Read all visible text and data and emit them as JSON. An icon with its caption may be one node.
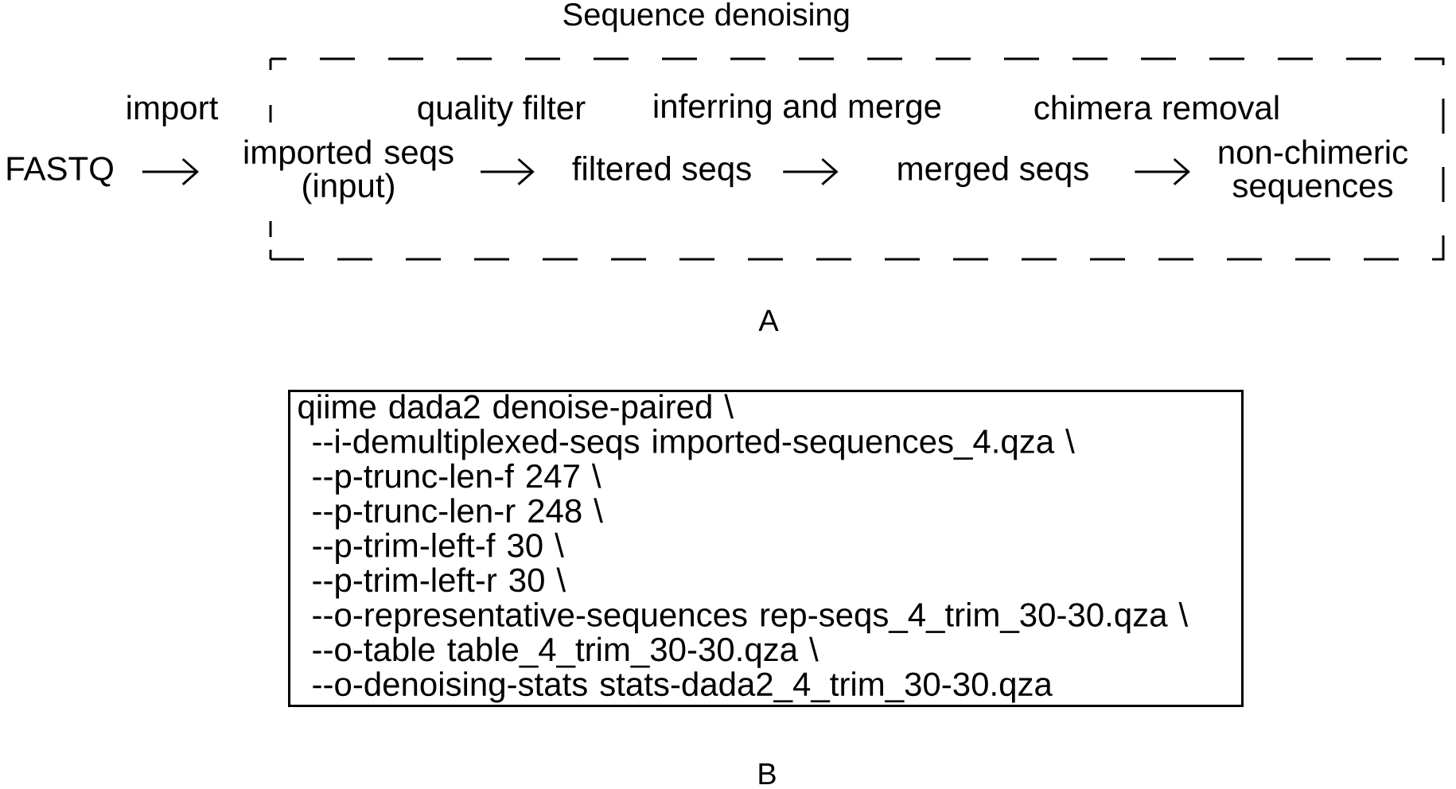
{
  "diagram": {
    "nodes": [
      {
        "text": [
          "Sequence denoising"
        ]
      },
      {
        "text": [
          "FASTQ"
        ]
      },
      {
        "text": [
          "imported seqs (input)"
        ],
        "in": 0
      },
      {
        "text": [
          "filtered seqs"
        ],
        "in": 0
      },
      {
        "text": [
          "merged seqs"
        ],
        "in": 0
      },
      {
        "text": [
          "non-chimeric sequences"
        ],
        "in": 0
      },
      {
        "text": [
          "qiime dada2 denoise-paired \\",
          "--i-demultiplexed-seqs imported-sequences_4.qza \\",
          "--p-trunc-len-f 247 \\",
          "--p-trunc-len-r 248 \\",
          "--p-trim-left-f 30 \\",
          "--p-trim-left-r 30 \\",
          "--o-representative-sequences rep-seqs_4_trim_30-30.qza \\",
          "--o-table table_4_trim_30-30.qza \\",
          "--o-denoising-stats stats-dada2_4_trim_30-30.qza"
        ]
      }
    ],
    "edges": [
      {
        "from": 1,
        "to": 2,
        "arrow": "to",
        "label": "import"
      },
      {
        "from": 2,
        "to": 3,
        "arrow": "to",
        "label": "quality filter"
      },
      {
        "from": 3,
        "to": 4,
        "arrow": "to",
        "label": "inferring and merge"
      },
      {
        "from": 4,
        "to": 5,
        "arrow": "to",
        "label": "chimera removal"
      }
    ],
    "labels": [
      "A",
      "B"
    ]
  }
}
